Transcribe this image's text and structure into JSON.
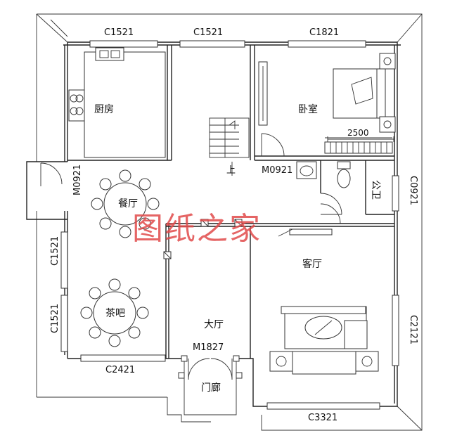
{
  "window_labels": {
    "top_left": "C1521",
    "top_mid": "C1521",
    "top_right": "C1821",
    "left_upper": "C1521",
    "left_lower": "C1521",
    "right_bath": "C0921",
    "right_living": "C2121",
    "bottom_left": "C2421",
    "bottom_right": "C3321"
  },
  "door_labels": {
    "left": "M0921",
    "bath": "M0921",
    "main": "M1827"
  },
  "dimension": "2500",
  "rooms": {
    "kitchen": "厨房",
    "bedroom": "卧室",
    "dining": "餐厅",
    "tea_bar": "茶吧",
    "living": "客厅",
    "hall": "大厅",
    "bathroom": "公卫",
    "porch": "门廊",
    "stair_up": "上"
  },
  "watermark": "图纸之家"
}
